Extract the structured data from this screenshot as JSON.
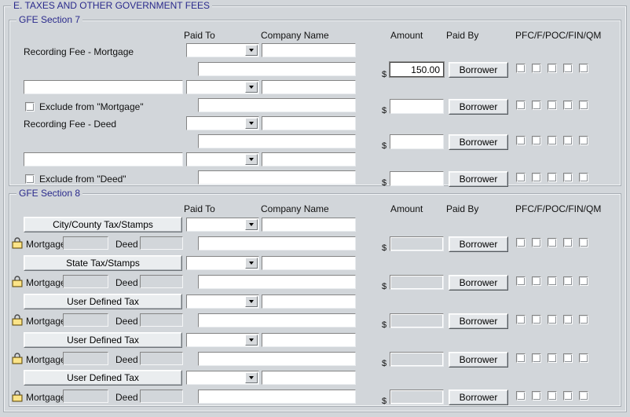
{
  "window": {
    "section_title": "E. TAXES AND OTHER GOVERNMENT FEES",
    "title_color": "#2a2a8c",
    "background_color": "#d2d6da"
  },
  "gfe7": {
    "title": "GFE Section 7",
    "headers": {
      "paid_to": "Paid To",
      "company_name": "Company Name",
      "amount": "Amount",
      "paid_by": "Paid By",
      "flags": "PFC/F/POC/FIN/QM"
    },
    "rows": [
      {
        "label": "Recording Fee - Mortgage",
        "paid_to": "",
        "company_name": "",
        "amount": "150.00",
        "amount_focused": true,
        "paid_by": "Borrower",
        "description": "",
        "free_text": "",
        "checkboxes": [
          false,
          false,
          false,
          false,
          false
        ]
      },
      {
        "label": "Exclude from \"Mortgage\"",
        "checkbox_label": true,
        "checked": false,
        "paid_to": "",
        "company_name": "",
        "amount": "",
        "amount_focused": false,
        "paid_by": "Borrower",
        "description": "",
        "free_text": "",
        "checkboxes": [
          false,
          false,
          false,
          false,
          false
        ]
      },
      {
        "label": "Recording Fee - Deed",
        "paid_to": "",
        "company_name": "",
        "amount": "",
        "amount_focused": false,
        "paid_by": "Borrower",
        "description": "",
        "free_text": "",
        "checkboxes": [
          false,
          false,
          false,
          false,
          false
        ]
      },
      {
        "label": "Exclude from \"Deed\"",
        "checkbox_label": true,
        "checked": false,
        "paid_to": "",
        "company_name": "",
        "amount": "",
        "amount_focused": false,
        "paid_by": "Borrower",
        "description": "",
        "free_text": "",
        "checkboxes": [
          false,
          false,
          false,
          false,
          false
        ]
      }
    ],
    "dollar_sign": "$"
  },
  "gfe8": {
    "title": "GFE Section 8",
    "headers": {
      "paid_to": "Paid To",
      "company_name": "Company Name",
      "amount": "Amount",
      "paid_by": "Paid By",
      "flags": "PFC/F/POC/FIN/QM"
    },
    "mortgage_label": "Mortgage",
    "deed_label": "Deed",
    "lock_icon": "lock-icon",
    "dollar_sign": "$",
    "rows": [
      {
        "button": "City/County Tax/Stamps",
        "paid_to": "",
        "company_name": "",
        "mortgage": "",
        "deed": "",
        "description": "",
        "amount": "",
        "paid_by": "Borrower",
        "checkboxes": [
          false,
          false,
          false,
          false,
          false
        ]
      },
      {
        "button": "State Tax/Stamps",
        "paid_to": "",
        "company_name": "",
        "mortgage": "",
        "deed": "",
        "description": "",
        "amount": "",
        "paid_by": "Borrower",
        "checkboxes": [
          false,
          false,
          false,
          false,
          false
        ]
      },
      {
        "button": "User Defined Tax",
        "paid_to": "",
        "company_name": "",
        "mortgage": "",
        "deed": "",
        "description": "",
        "amount": "",
        "paid_by": "Borrower",
        "checkboxes": [
          false,
          false,
          false,
          false,
          false
        ]
      },
      {
        "button": "User Defined Tax",
        "paid_to": "",
        "company_name": "",
        "mortgage": "",
        "deed": "",
        "description": "",
        "amount": "",
        "paid_by": "Borrower",
        "checkboxes": [
          false,
          false,
          false,
          false,
          false
        ]
      },
      {
        "button": "User Defined Tax",
        "paid_to": "",
        "company_name": "",
        "mortgage": "",
        "deed": "",
        "description": "",
        "amount": "",
        "paid_by": "Borrower",
        "checkboxes": [
          false,
          false,
          false,
          false,
          false
        ]
      }
    ]
  }
}
